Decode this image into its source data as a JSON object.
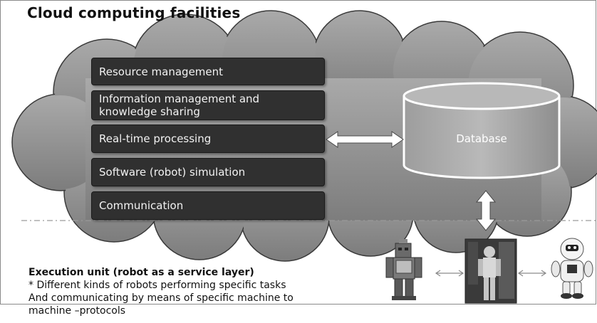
{
  "title": "Cloud computing facilities",
  "services": [
    "Resource management",
    "Information management and knowledge sharing",
    "Real-time processing",
    "Software (robot) simulation",
    "Communication"
  ],
  "database_label": "Database",
  "execution": {
    "title": "Execution unit (robot as a service layer)",
    "line1": "* Different kinds of robots performing specific tasks",
    "line2": "And communicating by means of specific machine to",
    "line3": "machine –protocols"
  },
  "icons": [
    "toy-robot-icon",
    "humanoid-robot-photo-icon",
    "white-robot-icon"
  ]
}
